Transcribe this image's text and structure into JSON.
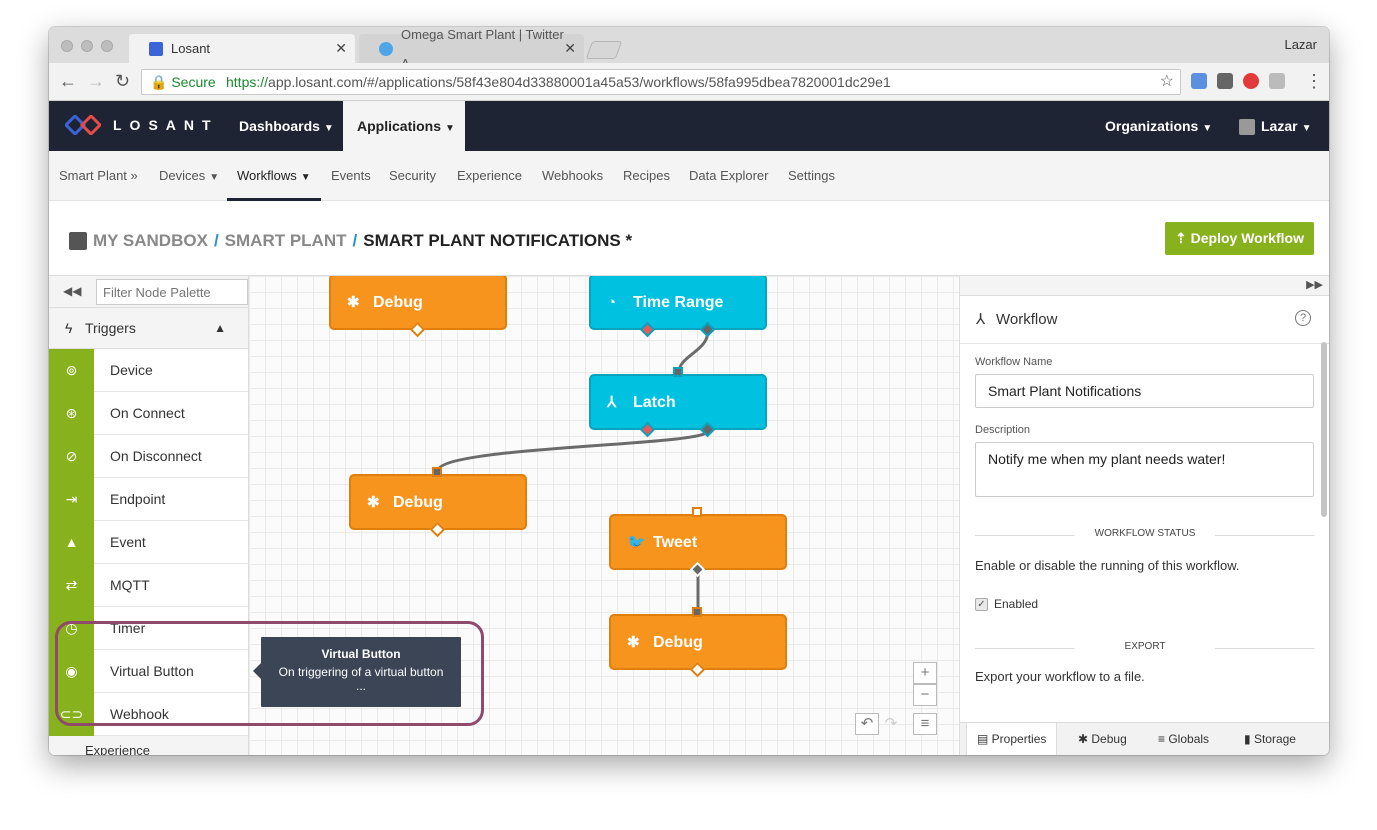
{
  "browser": {
    "tabs": [
      {
        "label": "Losant",
        "close": "✕"
      },
      {
        "label": "Omega Smart Plant | Twitter A",
        "close": "✕"
      }
    ],
    "profile_name": "Lazar",
    "secure_label": "Secure",
    "url_scheme": "https://",
    "url_rest": "app.losant.com/#/applications/58f43e804d33880001a45a53/workflows/58fa995dbea7820001dc29e1"
  },
  "app": {
    "logo_text": "LOSANT",
    "nav": {
      "dashboards": "Dashboards",
      "applications": "Applications",
      "organizations": "Organizations",
      "user": "Lazar"
    },
    "subnav": [
      "Smart Plant »",
      "Devices",
      "Workflows",
      "Events",
      "Security",
      "Experience",
      "Webhooks",
      "Recipes",
      "Data Explorer",
      "Settings"
    ],
    "breadcrumb": {
      "sandbox": "MY SANDBOX",
      "sep1": "/",
      "app": "SMART PLANT",
      "sep2": "/",
      "workflow": "SMART PLANT NOTIFICATIONS *"
    },
    "deploy_button": "Deploy Workflow"
  },
  "palette": {
    "filter_placeholder": "Filter Node Palette",
    "section": "Triggers",
    "items": [
      "Device",
      "On Connect",
      "On Disconnect",
      "Endpoint",
      "Event",
      "MQTT",
      "Timer",
      "Virtual Button",
      "Webhook"
    ],
    "next_section": "Experience"
  },
  "canvas": {
    "nodes": [
      {
        "label": "Debug",
        "type": "debug"
      },
      {
        "label": "Time Range",
        "type": "time-range"
      },
      {
        "label": "Latch",
        "type": "latch"
      },
      {
        "label": "Debug",
        "type": "debug"
      },
      {
        "label": "Tweet",
        "type": "tweet"
      },
      {
        "label": "Debug",
        "type": "debug"
      }
    ],
    "zoom_in": "+",
    "zoom_out": "−",
    "colors": {
      "output_node": "#f7941d",
      "logic_node": "#00c2e0",
      "trigger": "#88b11e"
    }
  },
  "tooltip": {
    "title": "Virtual Button",
    "body": "On triggering of a virtual button",
    "more": "..."
  },
  "panel": {
    "header": "Workflow",
    "name_label": "Workflow Name",
    "name_value": "Smart Plant Notifications",
    "description_label": "Description",
    "description_value": "Notify me when my plant needs water!",
    "status_heading": "WORKFLOW STATUS",
    "status_text": "Enable or disable the running of this workflow.",
    "enabled_label": "Enabled",
    "export_heading": "EXPORT",
    "export_text": "Export your workflow to a file.",
    "tabs": [
      "Properties",
      "Debug",
      "Globals",
      "Storage"
    ]
  }
}
